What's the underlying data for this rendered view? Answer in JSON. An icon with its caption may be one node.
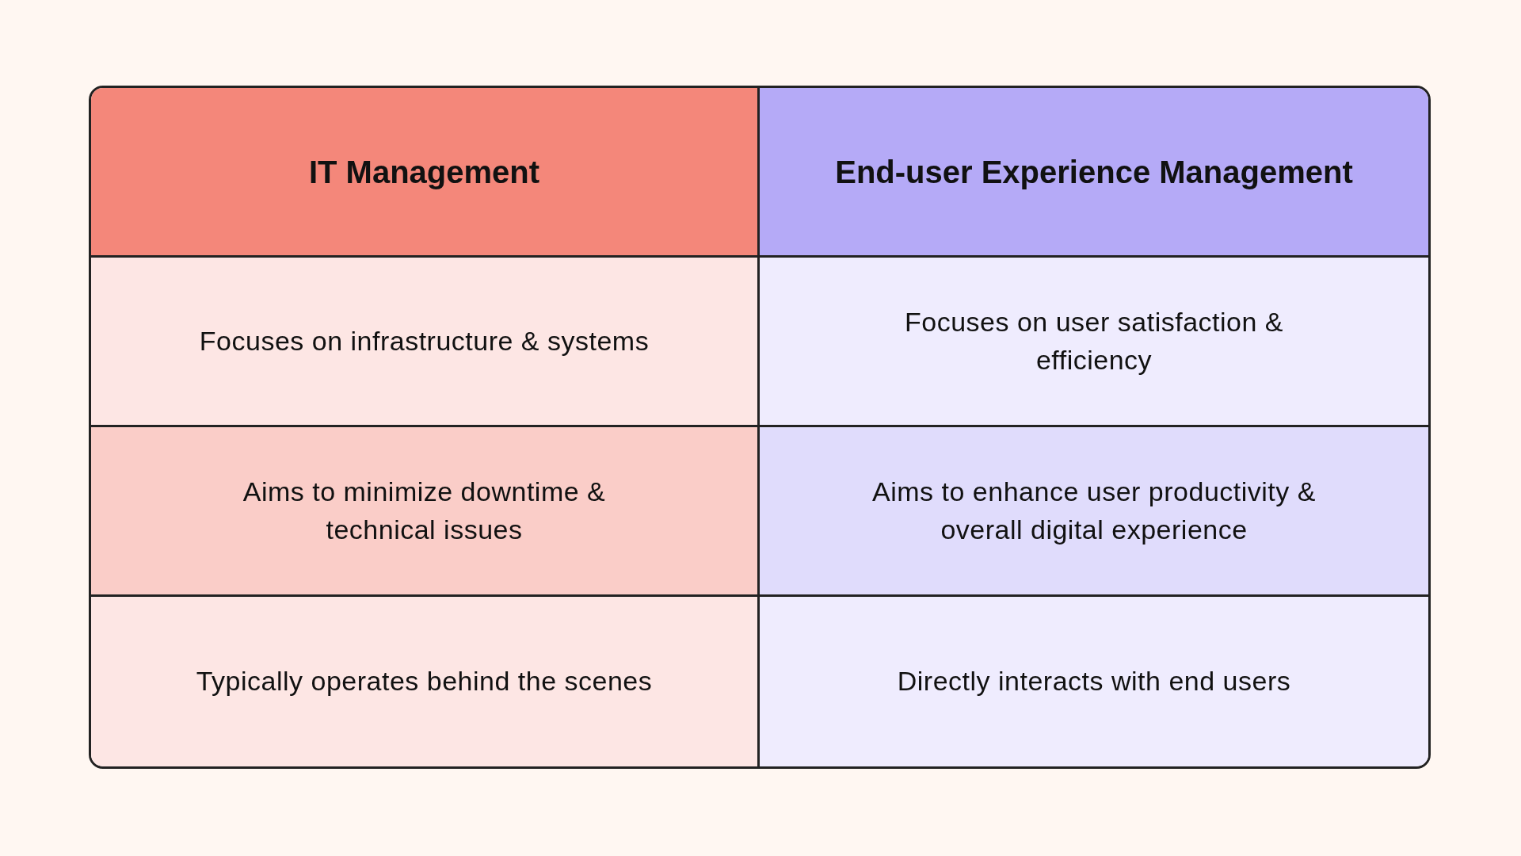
{
  "diagram": {
    "labels": [
      "IT Management",
      "End-user Experience Management",
      "Focuses on infrastructure & systems",
      "Focuses on user satisfaction & efficiency",
      "Aims to minimize downtime & technical issues",
      "Aims to enhance user productivity & overall digital experience",
      "Typically operates behind the scenes",
      "Directly interacts with end users"
    ]
  }
}
